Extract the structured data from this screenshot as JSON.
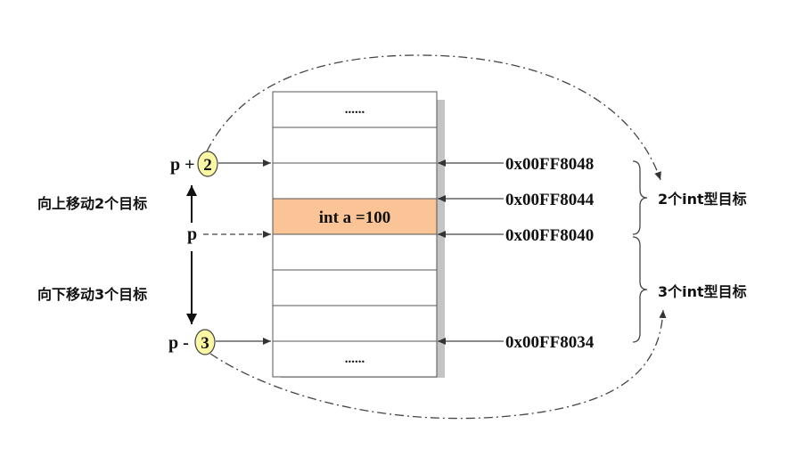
{
  "memory": {
    "cells": [
      {
        "label": "......",
        "highlight": false
      },
      {
        "label": "",
        "highlight": false
      },
      {
        "label": "",
        "highlight": false
      },
      {
        "label": "int a =100",
        "highlight": true
      },
      {
        "label": "",
        "highlight": false
      },
      {
        "label": "",
        "highlight": false
      },
      {
        "label": "",
        "highlight": false
      },
      {
        "label": "......",
        "highlight": false
      }
    ]
  },
  "addresses": {
    "a8048": "0x00FF8048",
    "a8044": "0x00FF8044",
    "a8040": "0x00FF8040",
    "a8034": "0x00FF8034"
  },
  "pointers": {
    "p_plus": {
      "prefix": "p +",
      "num": "2"
    },
    "p": {
      "label": "p"
    },
    "p_minus": {
      "prefix": "p -",
      "num": "3"
    }
  },
  "moves": {
    "up": "向上移动2个目标",
    "down": "向下移动3个目标"
  },
  "braces": {
    "upper": "2个int型目标",
    "lower": "3个int型目标"
  },
  "colors": {
    "highlight_fill": "#fbc497",
    "circle_fill": "#fbf7a3",
    "shadow": "#c4c4c4",
    "line": "#333333"
  }
}
